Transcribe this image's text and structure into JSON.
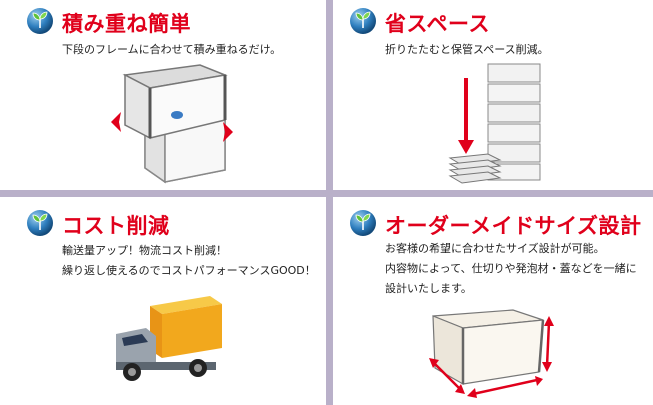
{
  "colors": {
    "accent": "#e0001b",
    "divider": "#b9b0c9"
  },
  "features": [
    {
      "icon": "leaf-icon",
      "title": "積み重ね簡単",
      "lines": [
        "下段のフレームに合わせて積み重ねるだけ。"
      ]
    },
    {
      "icon": "leaf-icon",
      "title": "省スペース",
      "lines": [
        "折りたたむと保管スペース削減。"
      ]
    },
    {
      "icon": "leaf-icon",
      "title": "コスト削減",
      "lines": [
        "輸送量アップ！物流コスト削減！",
        "繰り返し使えるのでコストパフォーマンスGOOD！"
      ]
    },
    {
      "icon": "leaf-icon",
      "title": "オーダーメイドサイズ設計",
      "lines": [
        "お客様の希望に合わせたサイズ設計が可能。",
        "内容物によって、仕切りや発泡材・蓋などを一緒に",
        "設計いたします。"
      ]
    }
  ]
}
